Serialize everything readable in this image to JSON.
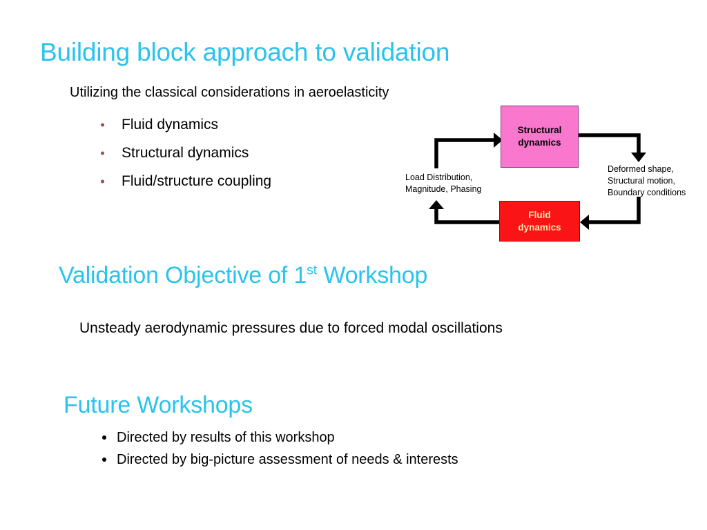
{
  "slide": {
    "title": "Building block approach to validation",
    "background_color": "#FFFFFF",
    "accent_color": "#28C3EE",
    "bullet_color_primary": "#9E4B4B",
    "bullet_color_secondary": "#000000"
  },
  "section_aeroelasticity": {
    "intro": "Utilizing the classical considerations in aeroelasticity",
    "bullets": [
      "Fluid dynamics",
      "Structural dynamics",
      "Fluid/structure coupling"
    ]
  },
  "diagram": {
    "name": "aeroelastic-feedback-loop",
    "boxes": [
      {
        "id": "structural",
        "line1": "Structural",
        "line2": "dynamics",
        "fill": "#F977CD",
        "border": "#8B2A8B",
        "text_color": "#000000"
      },
      {
        "id": "fluid",
        "line1": "Fluid",
        "line2": "dynamics",
        "fill": "#FA1416",
        "border": "#B00000",
        "text_color": "#FBE7B0"
      }
    ],
    "labels": [
      {
        "id": "load",
        "line1": "Load Distribution,",
        "line2": "Magnitude, Phasing"
      },
      {
        "id": "deformed",
        "line1": "Deformed shape,",
        "line2": "Structural motion,",
        "line3": "Boundary conditions"
      }
    ]
  },
  "section_validation": {
    "heading_prefix": "Validation Objective of 1",
    "heading_superscript": "st",
    "heading_suffix": " Workshop",
    "body": "Unsteady aerodynamic pressures due to forced modal oscillations"
  },
  "section_future": {
    "heading": "Future Workshops",
    "bullets": [
      "Directed by results of this workshop",
      "Directed by big-picture assessment of needs & interests"
    ]
  }
}
